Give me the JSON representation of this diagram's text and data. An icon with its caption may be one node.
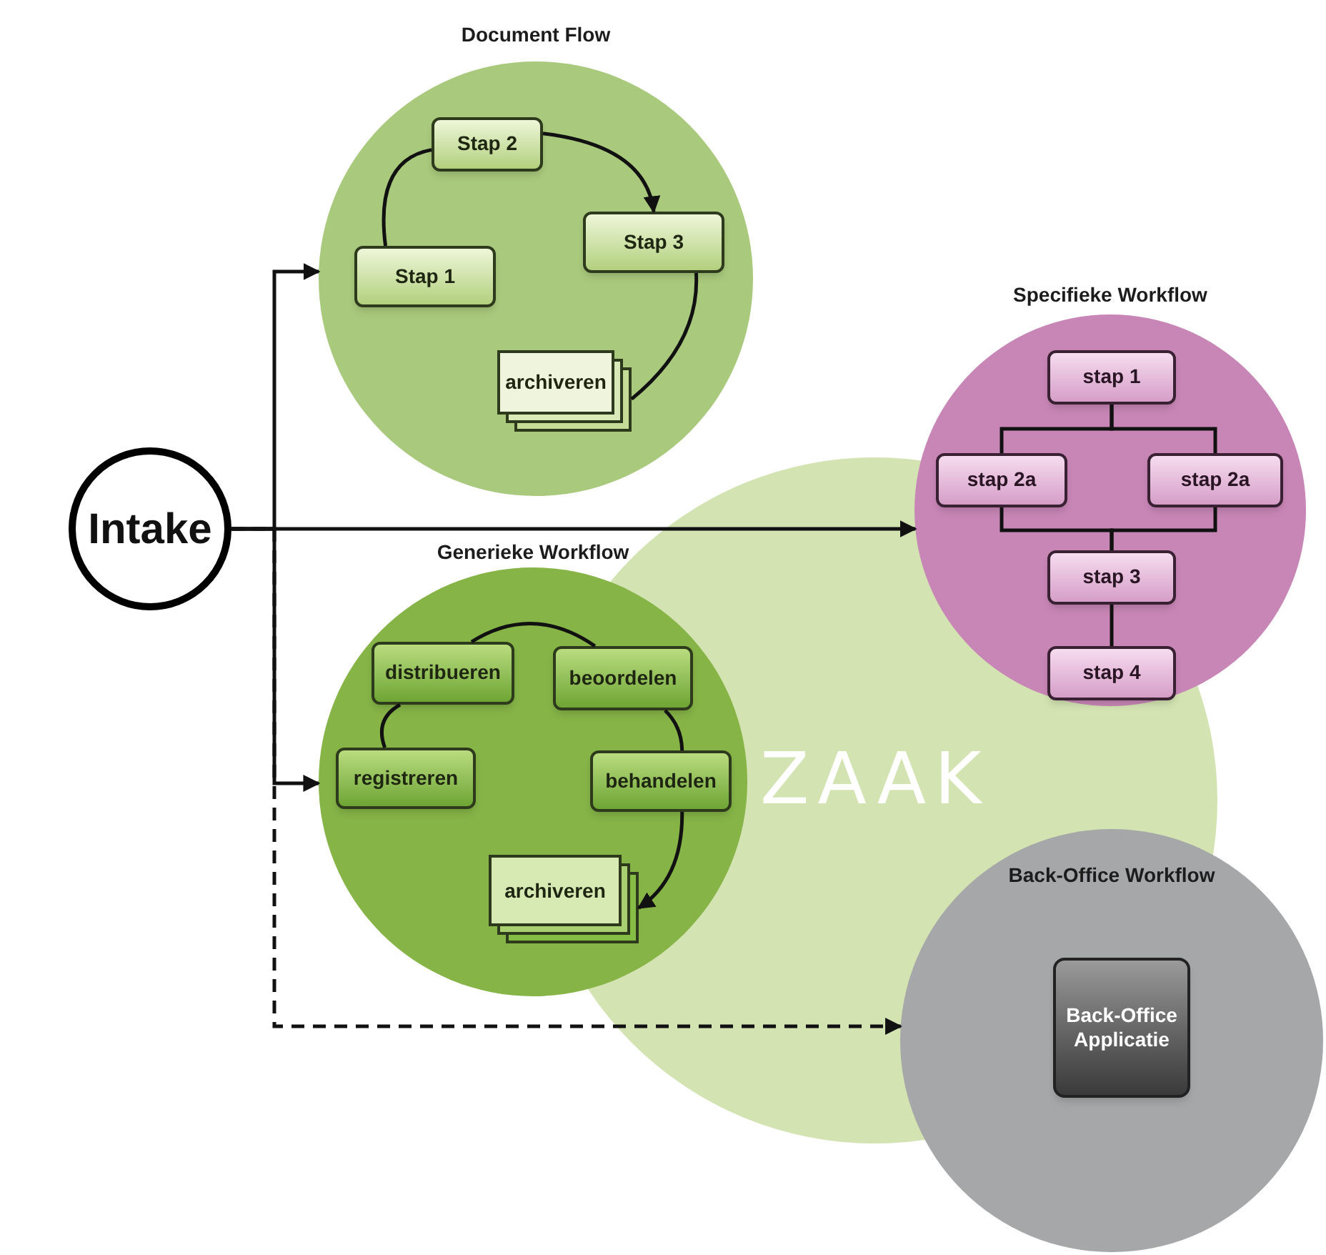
{
  "diagram": {
    "nodes": [
      {
        "text": [
          "Intake"
        ]
      },
      {
        "text": [
          "Document Flow"
        ]
      },
      {
        "text": [
          "Stap 2"
        ],
        "in": 1
      },
      {
        "text": [
          "Stap 1"
        ],
        "in": 1
      },
      {
        "text": [
          "Stap 3"
        ],
        "in": 1
      },
      {
        "text": [
          "archiveren"
        ],
        "in": 1
      },
      {
        "text": [
          "Specifieke Workflow"
        ]
      },
      {
        "text": [
          "stap 1"
        ],
        "in": 6
      },
      {
        "text": [
          "stap 2a"
        ],
        "in": 6
      },
      {
        "text": [
          "stap 2a"
        ],
        "in": 6
      },
      {
        "text": [
          "stap 3"
        ],
        "in": 6
      },
      {
        "text": [
          "stap 4"
        ],
        "in": 6
      },
      {
        "text": [
          "Generieke Workflow"
        ]
      },
      {
        "text": [
          "distribueren"
        ],
        "in": 12
      },
      {
        "text": [
          "beoordelen"
        ],
        "in": 12
      },
      {
        "text": [
          "registreren"
        ],
        "in": 12
      },
      {
        "text": [
          "behandelen"
        ],
        "in": 12
      },
      {
        "text": [
          "archiveren"
        ],
        "in": 12
      },
      {
        "text": [
          "Back-Office Workflow"
        ]
      },
      {
        "text": [
          "Back-Office Applicatie"
        ],
        "in": 18
      }
    ],
    "edges": [
      {
        "from": 0,
        "to": 1,
        "arrow": "to"
      },
      {
        "from": 0,
        "to": 6,
        "arrow": "to"
      },
      {
        "from": 0,
        "to": 12,
        "arrow": "to"
      },
      {
        "from": 0,
        "to": 18,
        "arrow": "to",
        "style": "dashed"
      },
      {
        "from": 3,
        "to": 2,
        "arrow": "none"
      },
      {
        "from": 2,
        "to": 4,
        "arrow": "to"
      },
      {
        "from": 4,
        "to": 5,
        "arrow": "none"
      },
      {
        "from": 15,
        "to": 13,
        "arrow": "none"
      },
      {
        "from": 13,
        "to": 14,
        "arrow": "none"
      },
      {
        "from": 14,
        "to": 16,
        "arrow": "none"
      },
      {
        "from": 16,
        "to": 17,
        "arrow": "to"
      },
      {
        "from": 7,
        "to": 8,
        "arrow": "none"
      },
      {
        "from": 7,
        "to": 9,
        "arrow": "none"
      },
      {
        "from": 8,
        "to": 10,
        "arrow": "none"
      },
      {
        "from": 9,
        "to": 10,
        "arrow": "none"
      },
      {
        "from": 10,
        "to": 11,
        "arrow": "none"
      }
    ],
    "labels": [
      "ZAAK"
    ]
  }
}
